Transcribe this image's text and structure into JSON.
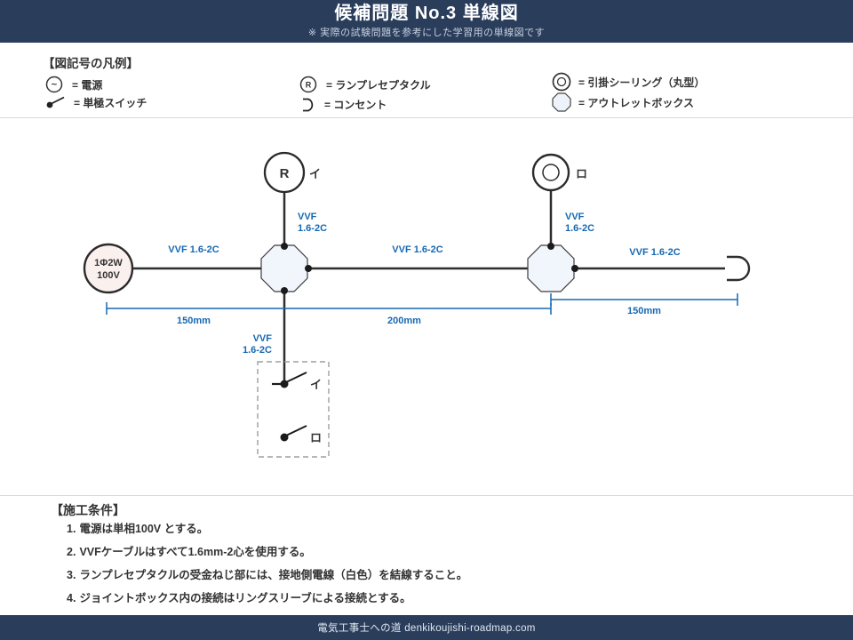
{
  "header": {
    "title": "候補問題 No.3  単線図",
    "subtitle": "※ 実際の試験問題を参考にした学習用の単線図です"
  },
  "legend": {
    "heading": "【図記号の凡例】",
    "items": [
      {
        "symbol": "power-source-icon",
        "label": "= 電源"
      },
      {
        "symbol": "lamp-receptacle-icon",
        "label": "= ランプレセプタクル"
      },
      {
        "symbol": "ceiling-light-icon",
        "label": "= 引掛シーリング（丸型）"
      },
      {
        "symbol": "single-pole-switch-icon",
        "label": "= 単極スイッチ"
      },
      {
        "symbol": "outlet-icon",
        "label": "= コンセント"
      },
      {
        "symbol": "outlet-box-icon",
        "label": "= アウトレットボックス"
      }
    ]
  },
  "diagram": {
    "power": {
      "line1": "1Φ2W",
      "line2": "100V"
    },
    "lamp": {
      "letter": "R",
      "tag": "イ"
    },
    "ceiling": {
      "tag": "ロ"
    },
    "switches": {
      "top_tag": "イ",
      "bottom_tag": "ロ"
    },
    "cables": {
      "h_left": "VVF 1.6-2C",
      "h_mid": "VVF 1.6-2C",
      "h_right": "VVF 1.6-2C",
      "v_lamp_l1": "VVF",
      "v_lamp_l2": "1.6-2C",
      "v_ceiling_l1": "VVF",
      "v_ceiling_l2": "1.6-2C",
      "v_switch_l1": "VVF",
      "v_switch_l2": "1.6-2C"
    },
    "dims": {
      "left": "150mm",
      "mid": "200mm",
      "right": "150mm"
    }
  },
  "conditions": {
    "heading": "【施工条件】",
    "items": [
      {
        "num": "1.",
        "text": "電源は単相100V とする。"
      },
      {
        "num": "2.",
        "text": "VVFケーブルはすべて1.6mm-2心を使用する。"
      },
      {
        "num": "3.",
        "text": "ランプレセプタクルの受金ねじ部には、接地側電線（白色）を結線すること。"
      },
      {
        "num": "4.",
        "text": "ジョイントボックス内の接続はリングスリーブによる接続とする。"
      }
    ]
  },
  "footer": {
    "text": "電気工事士への道  denkikoujishi-roadmap.com"
  },
  "colors": {
    "navy": "#2a3e5c",
    "accent_blue": "#1668b2",
    "wire": "#2d2d2d",
    "power_fill": "#faf0ee",
    "box_fill": "#f1f5fc"
  }
}
